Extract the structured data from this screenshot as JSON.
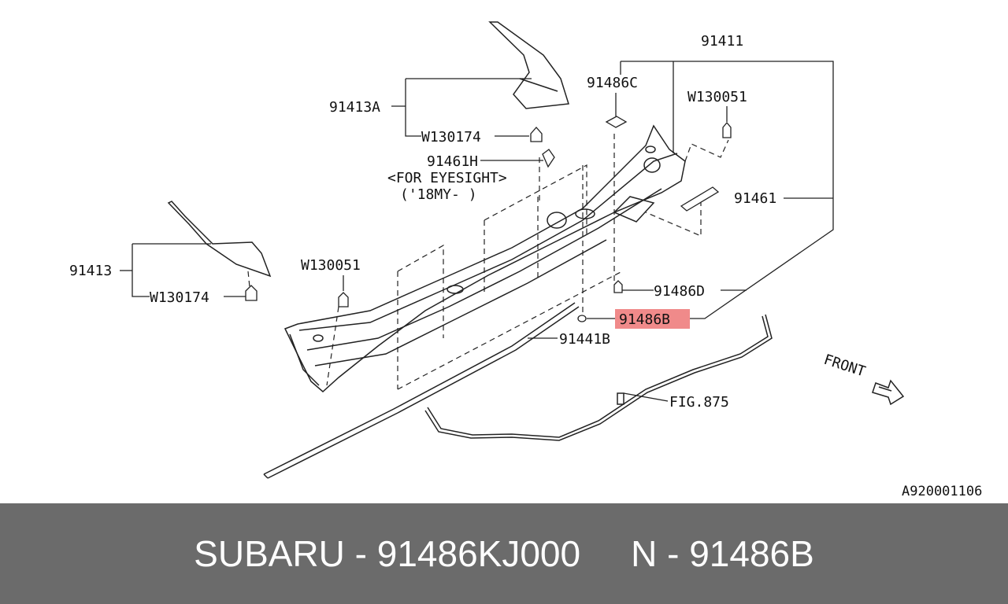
{
  "diagram": {
    "highlight_color": "#f08a8a",
    "labels": {
      "p91411": "91411",
      "p91413A": "91413A",
      "w130174_top": "W130174",
      "p91486C": "91486C",
      "w130051_right": "W130051",
      "p91461H": "91461H",
      "for_eyesight": "<FOR EYESIGHT>",
      "from_18my": "('18MY-    )",
      "p91461": "91461",
      "p91413": "91413",
      "w130174_left": "W130174",
      "w130051_left": "W130051",
      "p91486D": "91486D",
      "p91486B": "91486B",
      "p91441B": "91441B",
      "fig875": "FIG.875",
      "front": "FRONT",
      "ref_code": "A920001106"
    }
  },
  "footer": {
    "part_number": "SUBARU - 91486KJ000",
    "ref_number": "N - 91486B"
  }
}
